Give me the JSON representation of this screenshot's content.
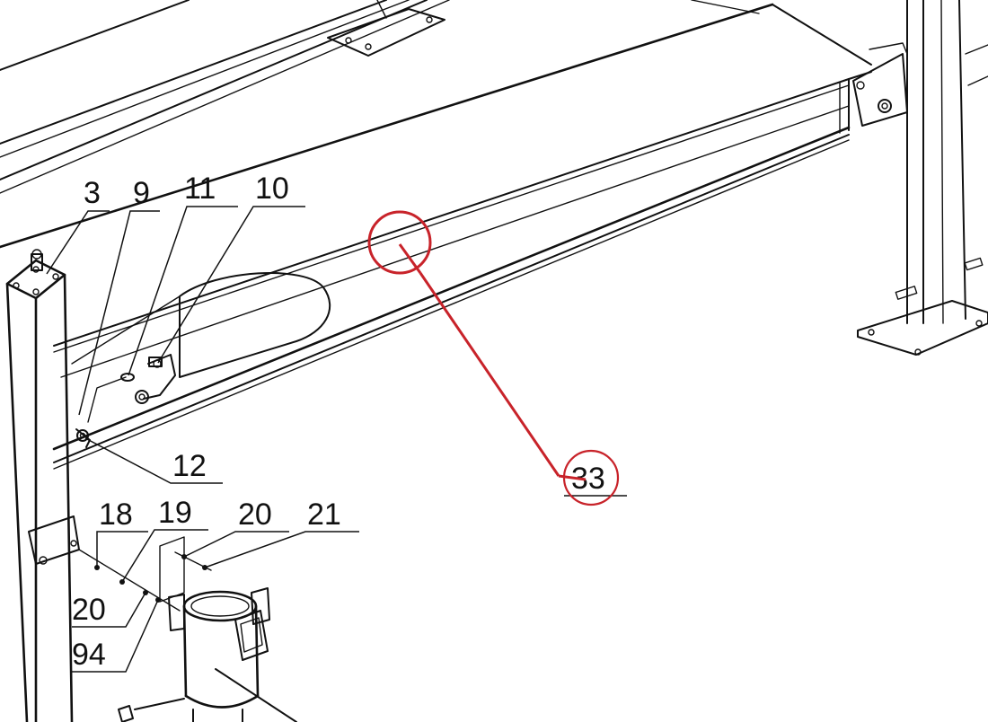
{
  "diagram": {
    "labels": [
      {
        "id": "3",
        "text": "3"
      },
      {
        "id": "9",
        "text": "9"
      },
      {
        "id": "11",
        "text": "11"
      },
      {
        "id": "10",
        "text": "10"
      },
      {
        "id": "12",
        "text": "12"
      },
      {
        "id": "18",
        "text": "18"
      },
      {
        "id": "19",
        "text": "19"
      },
      {
        "id": "20a",
        "text": "20"
      },
      {
        "id": "21",
        "text": "21"
      },
      {
        "id": "20b",
        "text": "20"
      },
      {
        "id": "94",
        "text": "94"
      },
      {
        "id": "33",
        "text": "33"
      }
    ],
    "highlight": {
      "label": "33",
      "color": "#c8232a"
    }
  }
}
